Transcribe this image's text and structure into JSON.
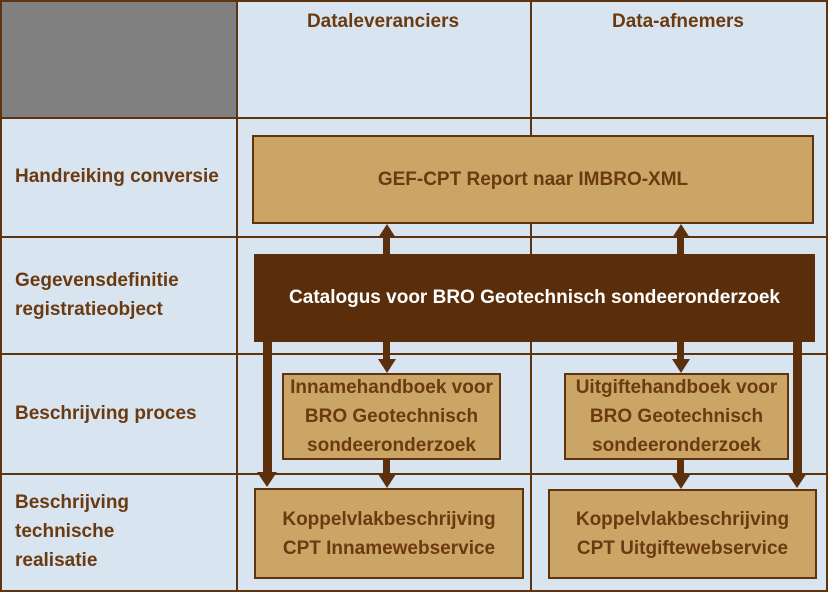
{
  "colors": {
    "background": "#d8e4f0",
    "grid_line": "#5f330e",
    "corner_gray": "#808080",
    "tan_box_fill": "#cba566",
    "dark_box_fill": "#5b2e0b",
    "text_brown": "#6b3a10",
    "dark_box_text": "#ffffff",
    "arrow": "#5c300c"
  },
  "matrix": {
    "column_headers": [
      "Dataleveranciers",
      "Data-afnemers"
    ],
    "row_headers": [
      "Handreiking conversie",
      "Gegevensdefinitie\nregistratieobject",
      "Beschrijving proces",
      "Beschrijving technische\nrealisatie"
    ]
  },
  "boxes": {
    "gef_cpt": "GEF-CPT Report naar IMBRO-XML",
    "catalogus": "Catalogus voor BRO Geotechnisch sondeeronderzoek",
    "innamehandboek": "Innamehandboek voor\nBRO Geotechnisch\nsondeeronderzoek",
    "uitgiftehandboek": "Uitgiftehandboek voor\nBRO Geotechnisch\nsondeeronderzoek",
    "koppelvlak_inname": "Koppelvlakbeschrijving\nCPT Innamewebservice",
    "koppelvlak_uitgifte": "Koppelvlakbeschrijving\nCPT Uitgiftewebservice"
  },
  "arrows": [
    {
      "name": "arrow-catalogus-to-gefcpt-left",
      "direction": "up"
    },
    {
      "name": "arrow-catalogus-to-gefcpt-right",
      "direction": "up"
    },
    {
      "name": "arrow-catalogus-to-innamehandboek",
      "direction": "down"
    },
    {
      "name": "arrow-catalogus-to-uitgiftehandboek",
      "direction": "down"
    },
    {
      "name": "arrow-innamehandboek-to-koppelvlak-inname",
      "direction": "down"
    },
    {
      "name": "arrow-uitgiftehandboek-to-koppelvlak-uitgifte",
      "direction": "down"
    },
    {
      "name": "arrow-catalogus-to-koppelvlak-inname-edge",
      "direction": "down"
    },
    {
      "name": "arrow-catalogus-to-koppelvlak-uitgifte-edge",
      "direction": "down"
    }
  ]
}
